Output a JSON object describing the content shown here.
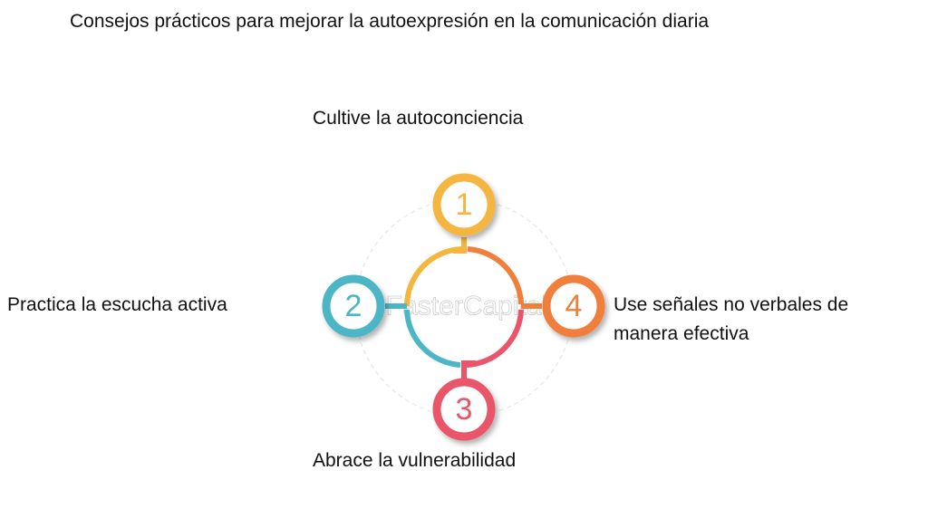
{
  "title": "Consejos prácticos para mejorar la autoexpresión en la comunicación diaria",
  "steps": [
    {
      "number": "1",
      "label": "Cultive la autoconciencia",
      "color": "#F4B63F"
    },
    {
      "number": "2",
      "label": "Practica la escucha activa",
      "color": "#4DB6C6"
    },
    {
      "number": "3",
      "label": "Abrace la vulnerabilidad",
      "color": "#E9566A"
    },
    {
      "number": "4",
      "label": "Use señales no verbales de manera efectiva",
      "color": "#F07F3C"
    }
  ],
  "watermark": "FasterCapital"
}
